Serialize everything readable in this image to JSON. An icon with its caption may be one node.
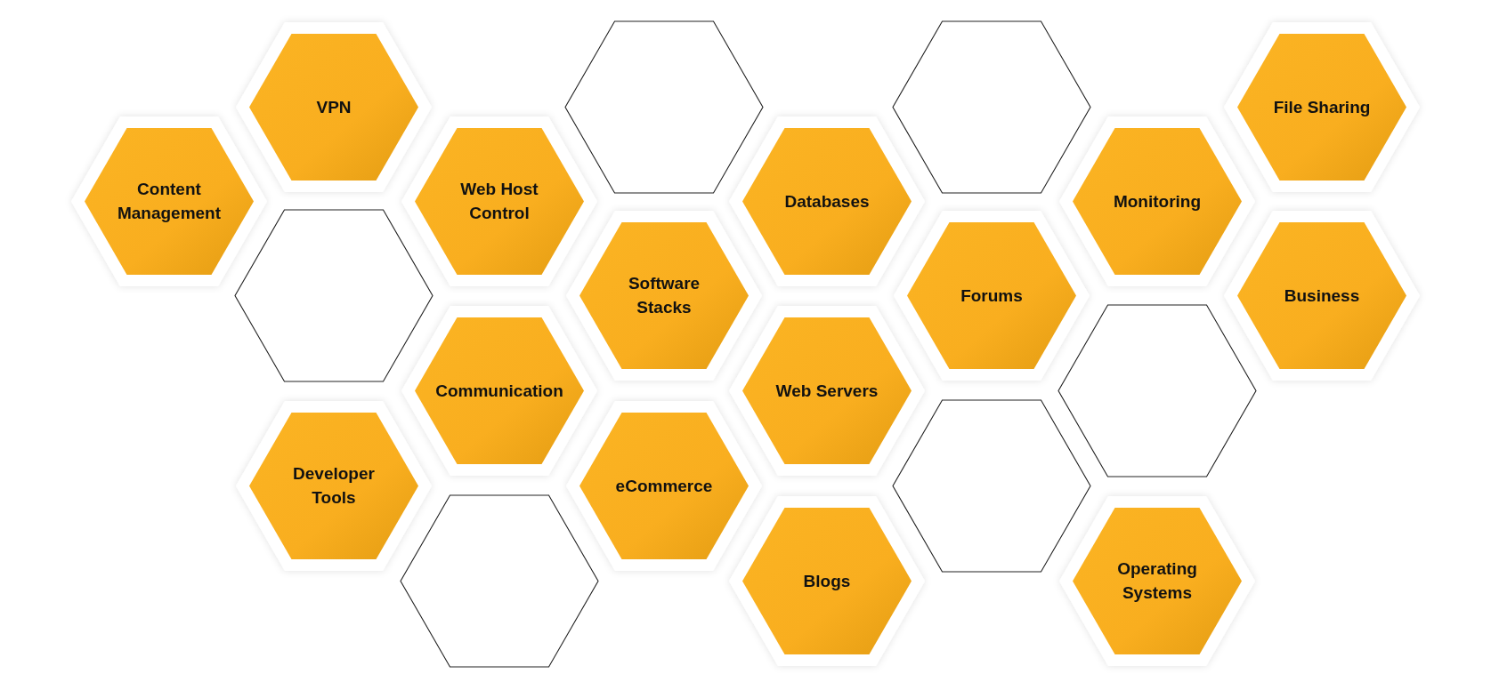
{
  "diagram": {
    "nodes": [
      {
        "text": [
          "VPN"
        ]
      },
      {
        "text": [],
        "shape": "hexagon"
      },
      {
        "text": [],
        "shape": "hexagon"
      },
      {
        "text": [
          "File Sharing"
        ]
      },
      {
        "text": [
          "Content Management"
        ]
      },
      {
        "text": [
          "Web Host Control"
        ]
      },
      {
        "text": [
          "Databases"
        ]
      },
      {
        "text": [
          "Monitoring"
        ]
      },
      {
        "text": [],
        "shape": "hexagon"
      },
      {
        "text": [
          "Software Stacks"
        ]
      },
      {
        "text": [
          "Forums"
        ]
      },
      {
        "text": [
          "Business"
        ]
      },
      {
        "text": [
          "Communication"
        ]
      },
      {
        "text": [
          "Web Servers"
        ]
      },
      {
        "text": [],
        "shape": "hexagon"
      },
      {
        "text": [
          "Developer Tools"
        ]
      },
      {
        "text": [
          "eCommerce"
        ]
      },
      {
        "text": [],
        "shape": "hexagon"
      },
      {
        "text": [],
        "shape": "hexagon"
      },
      {
        "text": [
          "Blogs"
        ]
      },
      {
        "text": [
          "Operating Systems"
        ]
      }
    ]
  }
}
